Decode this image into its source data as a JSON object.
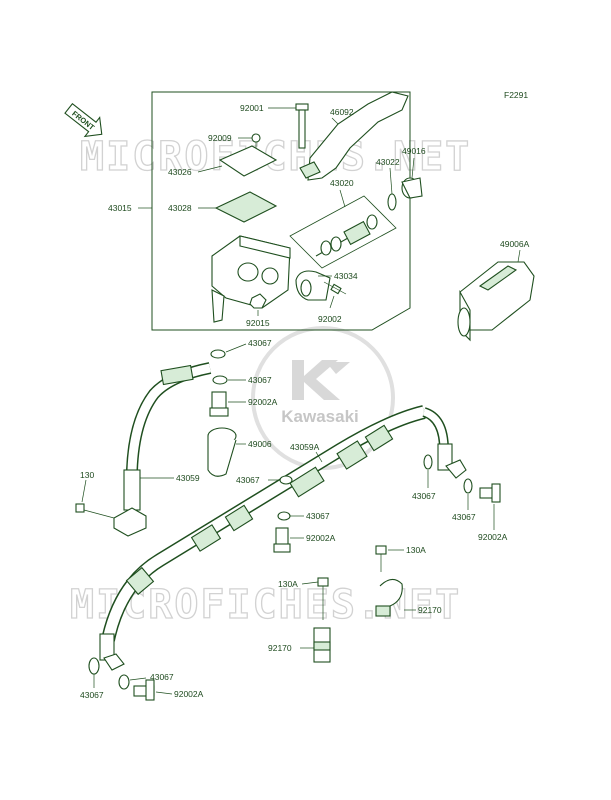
{
  "diagram": {
    "code": "F2291",
    "front_label": "FRONT",
    "watermark_text": "MICROFICHES.NET",
    "brand": "Kawasaki",
    "colors": {
      "ink": "#1f4f1f",
      "label": "#1e4a1e",
      "fill": "#d7ecd7",
      "watermark": "#d2d2d2"
    }
  },
  "labels": {
    "l92001": "92001",
    "l46092": "46092",
    "l92009": "92009",
    "l43026": "43026",
    "l49016": "49016",
    "l43022": "43022",
    "l43028": "43028",
    "l43015": "43015",
    "l43020": "43020",
    "l49006A": "49006A",
    "l43034": "43034",
    "l92015": "92015",
    "l92002": "92002",
    "l43067a": "43067",
    "l43067b": "43067",
    "l92002Aa": "92002A",
    "l49006": "49006",
    "l43059A": "43059A",
    "l43067c": "43067",
    "l130": "130",
    "l43059": "43059",
    "l43067d": "43067",
    "l43067e": "43067",
    "l43067f": "43067",
    "l92002Ab": "92002A",
    "l92002Ac": "92002A",
    "l130Aa": "130A",
    "l130Ab": "130A",
    "l92170a": "92170",
    "l92170b": "92170",
    "l43067g": "43067",
    "l43067h": "43067",
    "l92002Ad": "92002A"
  }
}
